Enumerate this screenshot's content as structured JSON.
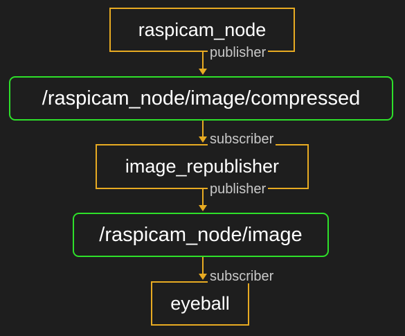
{
  "diagram": {
    "nodes": [
      {
        "id": "raspicam_node",
        "label": "raspicam_node",
        "kind": "package"
      },
      {
        "id": "topic_compressed",
        "label": "/raspicam_node/image/compressed",
        "kind": "topic"
      },
      {
        "id": "image_republisher",
        "label": "image_republisher",
        "kind": "package"
      },
      {
        "id": "topic_image",
        "label": "/raspicam_node/image",
        "kind": "topic"
      },
      {
        "id": "eyeball",
        "label": "eyeball",
        "kind": "package"
      }
    ],
    "edges": [
      {
        "from": "raspicam_node",
        "to": "topic_compressed",
        "label": "publisher"
      },
      {
        "from": "topic_compressed",
        "to": "image_republisher",
        "label": "subscriber"
      },
      {
        "from": "image_republisher",
        "to": "topic_image",
        "label": "publisher"
      },
      {
        "from": "topic_image",
        "to": "eyeball",
        "label": "subscriber"
      }
    ],
    "colors": {
      "background": "#1e1e1e",
      "package_border": "#e8ab22",
      "topic_border": "#2ee02a",
      "edge": "#e8ab22",
      "node_text": "#ffffff",
      "edge_label_text": "#c9c9c9"
    }
  }
}
